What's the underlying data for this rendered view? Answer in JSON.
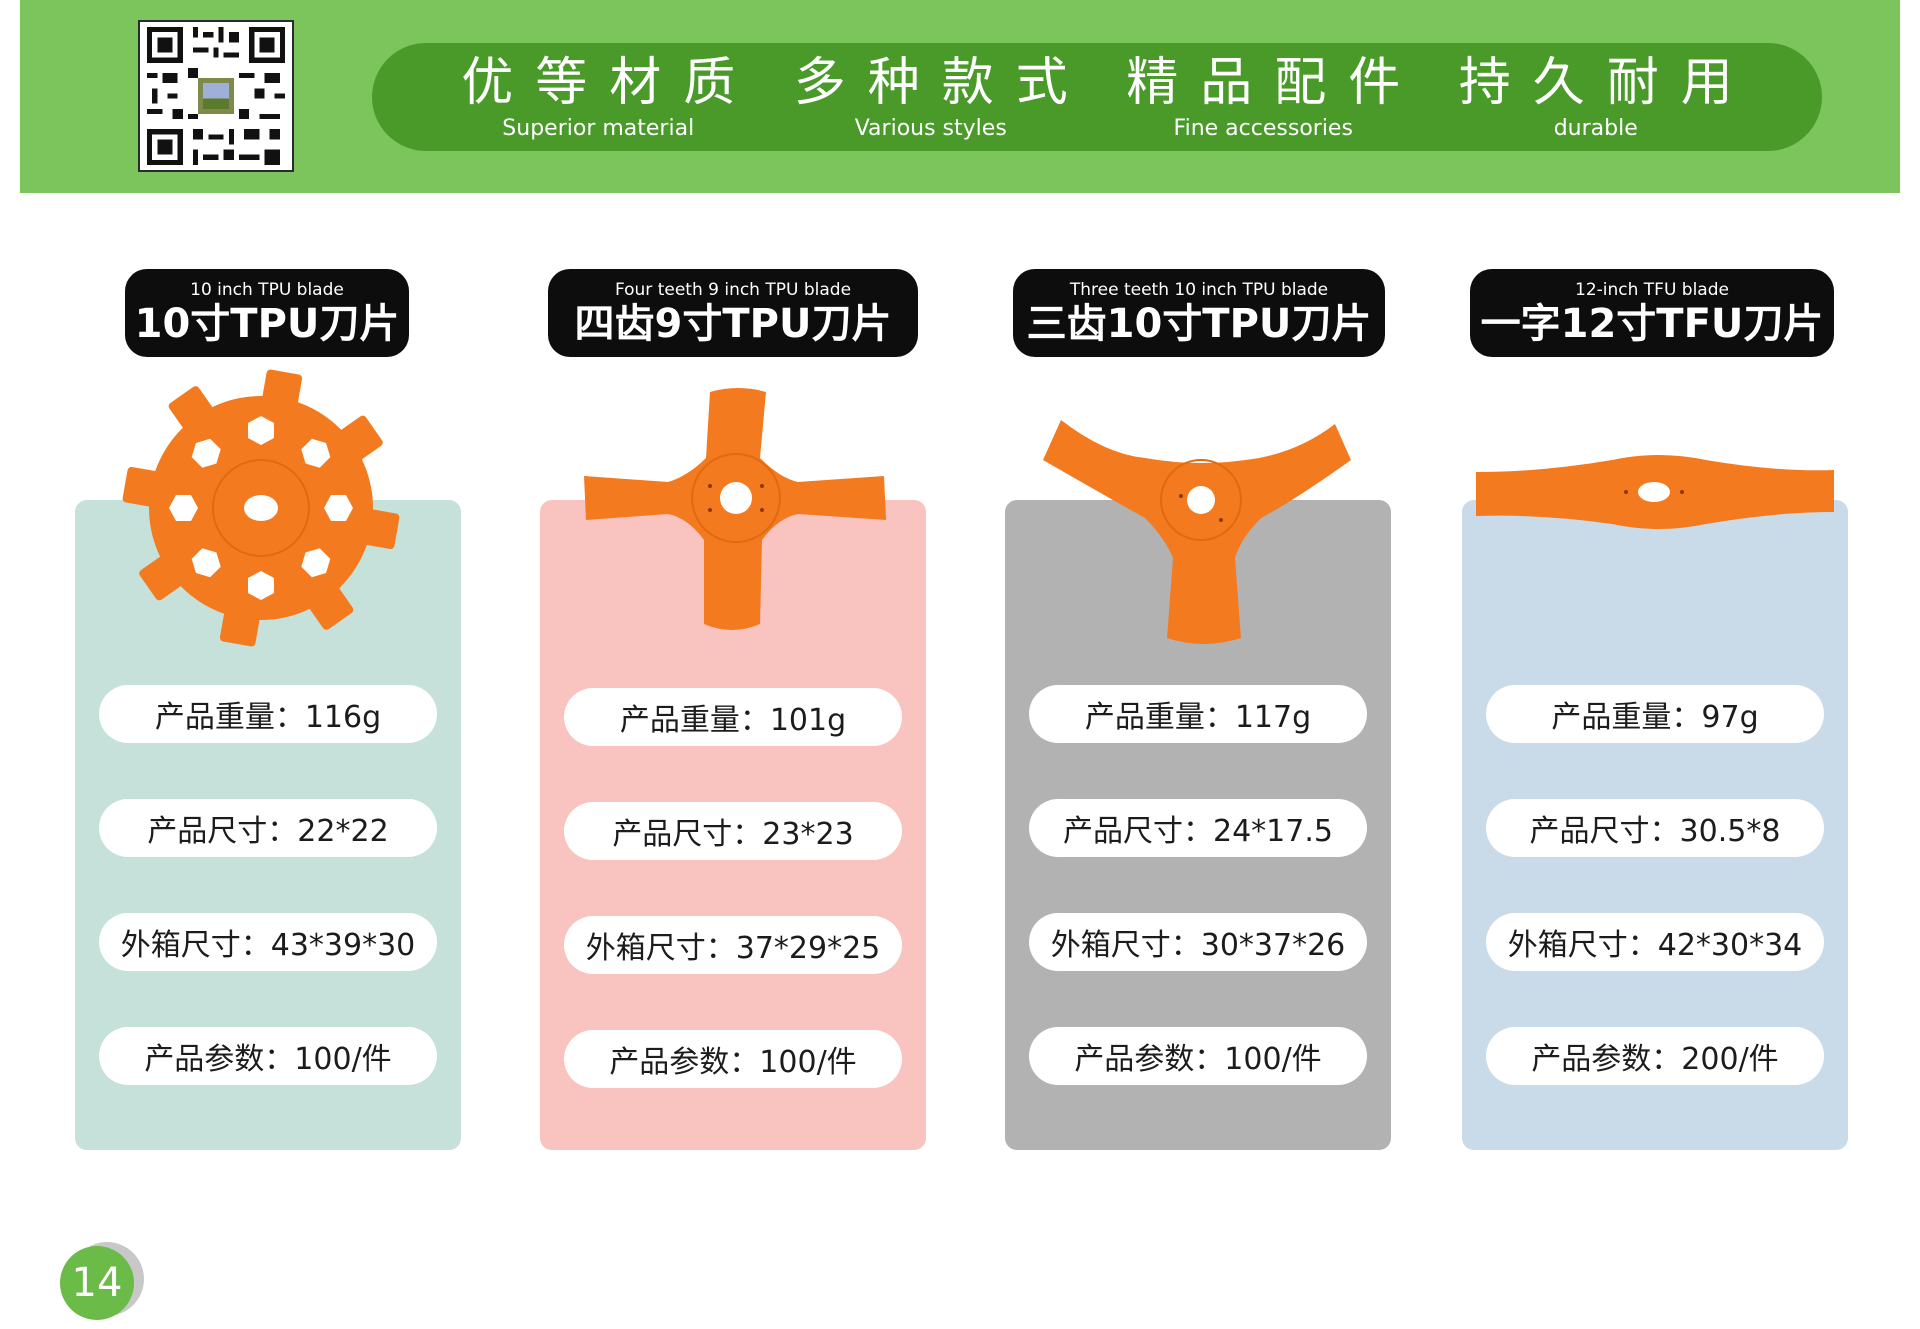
{
  "header": {
    "qr_icon": "qr-code",
    "features": [
      {
        "zh": "优等材质",
        "en": "Superior material"
      },
      {
        "zh": "多种款式",
        "en": "Various styles"
      },
      {
        "zh": "精品配件",
        "en": "Fine accessories"
      },
      {
        "zh": "持久耐用",
        "en": "durable"
      }
    ]
  },
  "products": [
    {
      "label_en": "10 inch TPU blade",
      "label_zh": "10寸TPU刀片",
      "card_color": "#c6e0da",
      "blade_icon": "round-hex-blade-icon",
      "specs": [
        "产品重量：116g",
        "产品尺寸：22*22",
        "外箱尺寸：43*39*30",
        "产品参数：100/件"
      ]
    },
    {
      "label_en": "Four teeth 9 inch TPU blade",
      "label_zh": "四齿9寸TPU刀片",
      "card_color": "#f9c3c0",
      "blade_icon": "four-teeth-blade-icon",
      "specs": [
        "产品重量：101g",
        "产品尺寸：23*23",
        "外箱尺寸：37*29*25",
        "产品参数：100/件"
      ]
    },
    {
      "label_en": "Three teeth 10 inch TPU blade",
      "label_zh": "三齿10寸TPU刀片",
      "card_color": "#b2b2b2",
      "blade_icon": "three-teeth-blade-icon",
      "specs": [
        "产品重量：117g",
        "产品尺寸：24*17.5",
        "外箱尺寸：30*37*26",
        "产品参数：100/件"
      ]
    },
    {
      "label_en": "12-inch TFU blade",
      "label_zh": "一字12寸TFU刀片",
      "card_color": "#c9dbe9",
      "blade_icon": "straight-blade-icon",
      "specs": [
        "产品重量：97g",
        "产品尺寸：30.5*8",
        "外箱尺寸：42*30*34",
        "产品参数：200/件"
      ]
    }
  ],
  "page_number": "14",
  "colors": {
    "banner": "#7bc55c",
    "pill": "#4a9a2a",
    "blade_orange": "#f47a1f"
  }
}
